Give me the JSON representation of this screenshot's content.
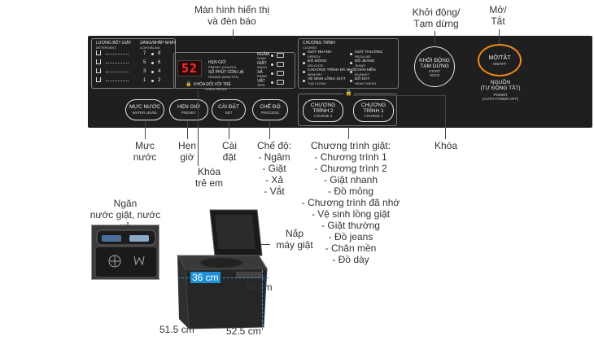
{
  "callouts": {
    "display": "Màn hình hiển thị\nvà đèn báo",
    "start": "Khởi động/\nTạm dừng",
    "power": "Mở/\nTắt",
    "water": "Mực\nnước",
    "timer": "Hẹn\ngiờ",
    "setting": "Cài\nđặt",
    "childlock": "Khóa\ntrẻ em",
    "mode": "Chế độ:\n- Ngâm\n- Giặt\n- Xả\n- Vắt",
    "programs": "Chương trình giặt:\n- Chương trình 1\n- Chương trình 2\n- Giặt nhanh\n- Đồ mỏng\n- Chương trình đã nhớ\n- Vệ sinh lồng giặt\n- Giặt thường\n- Đồ jeans\n- Chăn mền\n- Đồ dày",
    "lock": "Khóa",
    "drawer": "Ngăn\nnước giặt, nước xả",
    "lid": "Nắp\nmáy giặt"
  },
  "panel": {
    "detergent_title": "LƯỢNG BỘT GIẶT",
    "detergent_sub": "DETERGENT",
    "light_title": "SÁNG/NHẤP NHÁY",
    "light_sub": "LIGHT/BLINK",
    "levels": [
      [
        "7",
        "8"
      ],
      [
        "5",
        "6"
      ],
      [
        "3",
        "4"
      ],
      [
        "1",
        "2"
      ]
    ],
    "display_digits": "52",
    "timer_label": "HẸN GIỜ",
    "timer_sub": "PRESET (HOURS)",
    "remain_label": "SỐ PHÚT CÒN LẠI",
    "remain_sub": "REMAIN (MINUTES)",
    "childlock_label": "KHÓA ĐỐI VỚI TRẺ",
    "childlock_sub": "CHILD PROOF",
    "modes": [
      "NGÂM",
      "GIẶT",
      "XẢ",
      "VẮT"
    ],
    "modes_sub": [
      "SOAK",
      "WASH",
      "RINSE",
      "SPIN"
    ],
    "course_title": "CHƯƠNG TRÌNH",
    "course_sub": "COURSE",
    "courses_left": [
      "GIẶT NHANH",
      "ĐỒ MỎNG",
      "CHƯƠNG TRÌNH ĐÃ NHỚ",
      "VỆ SINH LỒNG GIẶT"
    ],
    "courses_left_sub": [
      "SPEEDY",
      "DELICATE",
      "MEMORY",
      "TUB CLEAN"
    ],
    "courses_right": [
      "GIẶT THƯỜNG",
      "ĐỒ JEANS",
      "CHĂN MỀN",
      "ĐỒ DÀY"
    ],
    "courses_right_sub": [
      "REGULAR",
      "JEANS",
      "BLANKET",
      "HEAVY WASH"
    ],
    "btn_water": "MỰC NƯỚC",
    "btn_water_sub": "WATER LEVEL",
    "btn_timer": "HẸN GIỜ",
    "btn_timer_sub": "PRESET",
    "btn_set": "CÀI ĐẶT",
    "btn_set_sub": "SET",
    "btn_mode": "CHẾ ĐỘ",
    "btn_mode_sub": "PROCESS",
    "btn_c2": "CHƯƠNG\nTRÌNH 2",
    "btn_c2_sub": "COURSE 2",
    "btn_c1": "CHƯƠNG\nTRÌNH 1",
    "btn_c1_sub": "COURSE 1",
    "btn_start": "KHỞI ĐỘNG\nTẠM DỪNG",
    "btn_start_sub": "START\nHOLD",
    "btn_power": "MỞ/TẮT",
    "btn_power_sub": "ON/OFF",
    "power_note": "NGUỒN\n(TỰ ĐỘNG TẮT)",
    "power_note_sub": "POWER\n(AUTO POWER OFF)"
  },
  "dimensions": {
    "depth": "36 cm",
    "height": "94 cm",
    "width_left": "51.5 cm",
    "width_right": "52.5 cm"
  },
  "colors": {
    "panel": "#1f1f1f",
    "display": "#ff2a2a",
    "power_ring": "#f08a1c",
    "dim_highlight": "#1f8fd6"
  }
}
